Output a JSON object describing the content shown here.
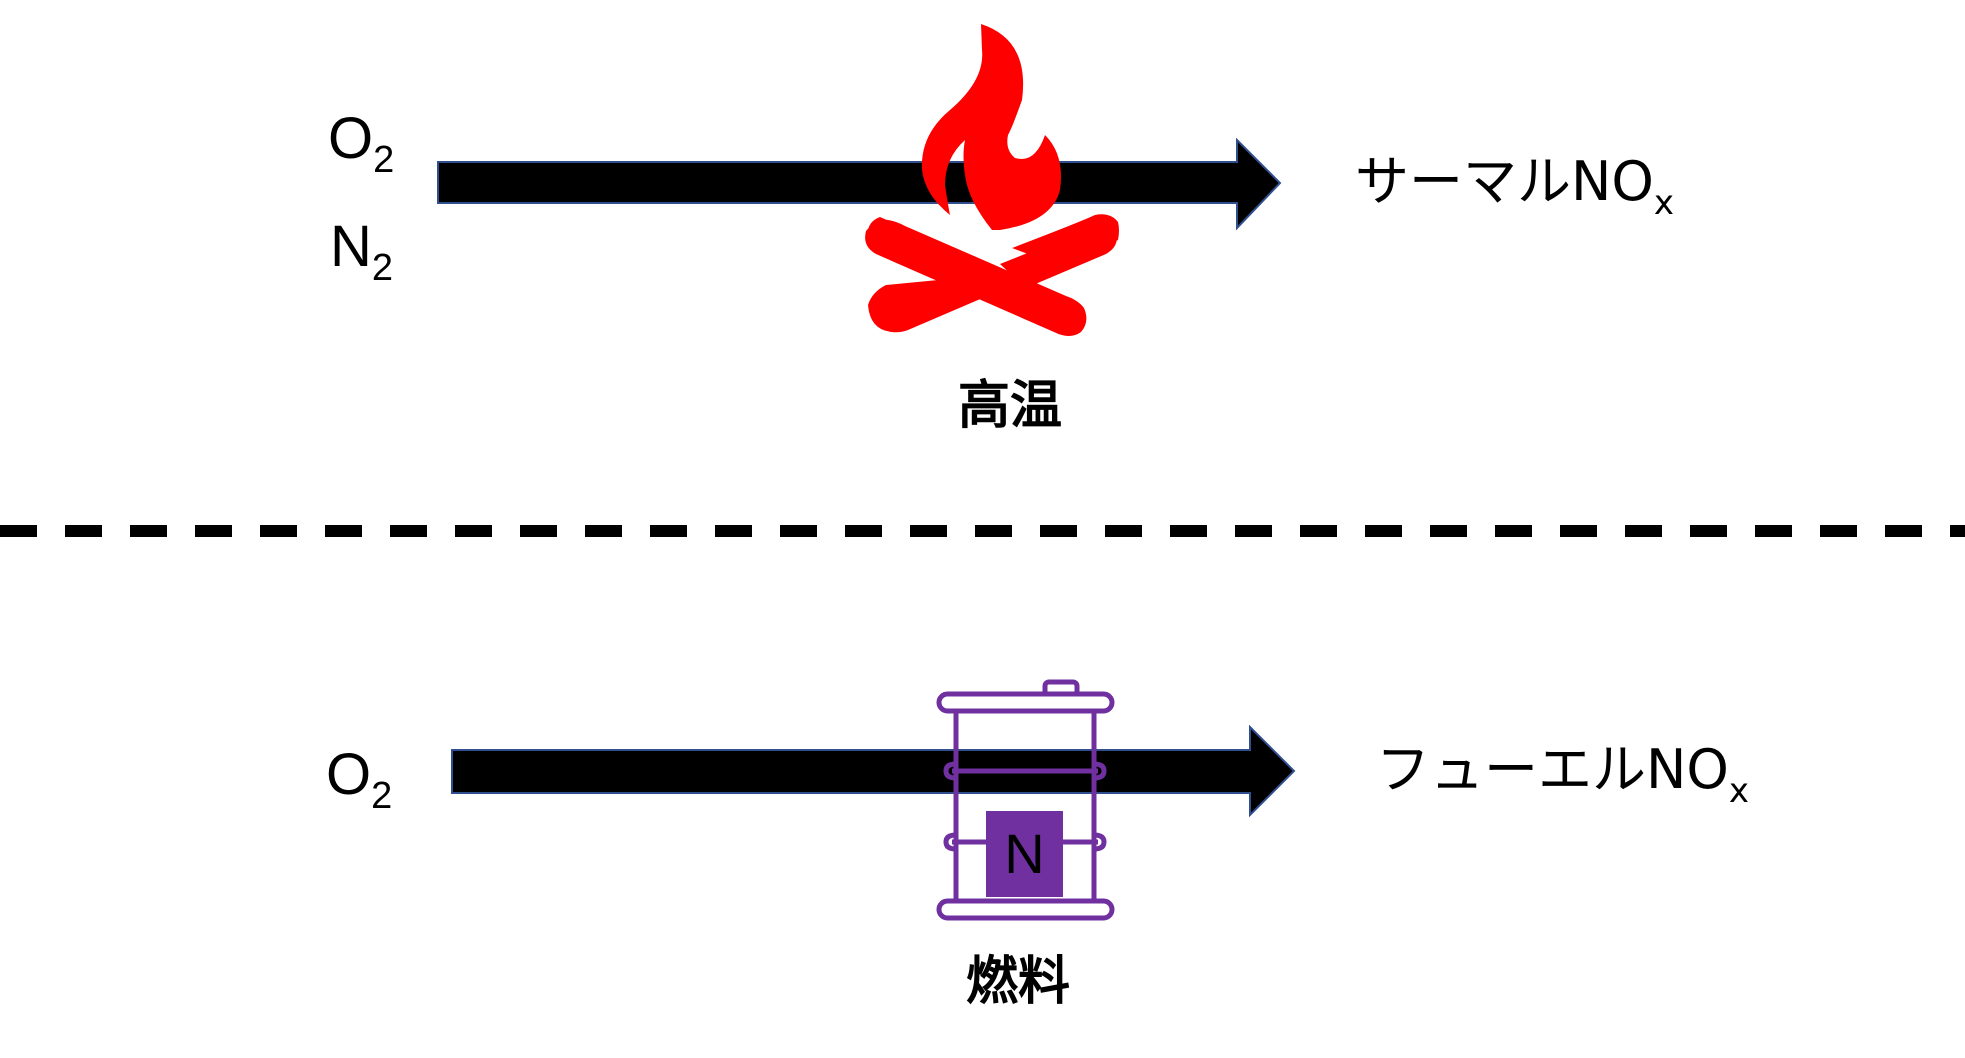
{
  "colors": {
    "arrow_fill": "#000000",
    "arrow_outline": "#2f4f8f",
    "fire": "#ff0000",
    "fuel_barrel": "#7030a0",
    "divider": "#000000"
  },
  "thermal": {
    "reactants": [
      {
        "symbol": "O",
        "subscript": "2"
      },
      {
        "symbol": "N",
        "subscript": "2"
      }
    ],
    "condition_icon": "campfire-icon",
    "condition_label": "高温",
    "product": {
      "text": "サーマルNO",
      "subscript": "x"
    }
  },
  "fuel": {
    "reactants": [
      {
        "symbol": "O",
        "subscript": "2"
      }
    ],
    "condition_icon": "fuel-barrel-icon",
    "barrel_badge": "N",
    "condition_label": "燃料",
    "product": {
      "text": "フューエルNO",
      "subscript": "x"
    }
  }
}
